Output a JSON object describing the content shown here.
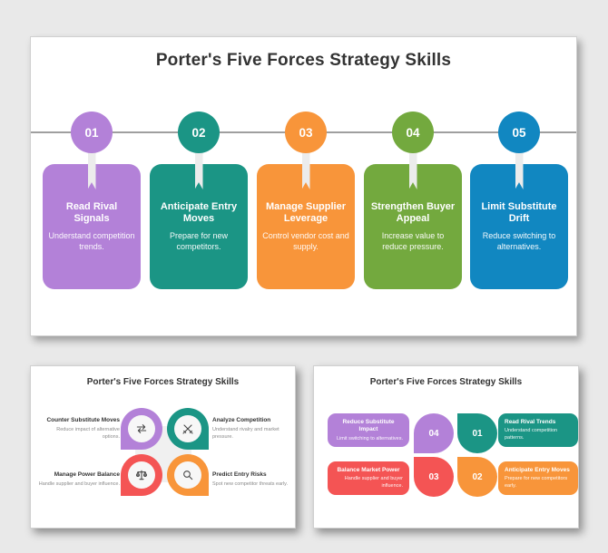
{
  "brand_colors": {
    "purple": "#b381d8",
    "teal": "#1b9585",
    "orange": "#f8953a",
    "green": "#73a93e",
    "blue": "#1187c1",
    "red": "#f45454",
    "page_background": "#e9e9e9",
    "timeline_line": "#9f9f9f"
  },
  "main_slide": {
    "title": "Porter's Five Forces Strategy Skills",
    "steps": [
      {
        "number": "01",
        "title": "Read Rival Signals",
        "description": "Understand competition trends.",
        "color": "#b381d8"
      },
      {
        "number": "02",
        "title": "Anticipate Entry Moves",
        "description": "Prepare for new competitors.",
        "color": "#1b9585"
      },
      {
        "number": "03",
        "title": "Manage Supplier Leverage",
        "description": "Control vendor cost and supply.",
        "color": "#f8953a"
      },
      {
        "number": "04",
        "title": "Strengthen Buyer Appeal",
        "description": "Increase value to reduce pressure.",
        "color": "#73a93e"
      },
      {
        "number": "05",
        "title": "Limit Substitute Drift",
        "description": "Reduce switching to alternatives.",
        "color": "#1187c1"
      }
    ]
  },
  "thumb_left": {
    "title": "Porter's Five Forces Strategy Skills",
    "items": [
      {
        "title": "Counter Substitute Moves",
        "description": "Reduce impact of alternative options.",
        "icon": "swap-arrows-icon",
        "color": "#b381d8"
      },
      {
        "title": "Analyze Competition",
        "description": "Understand rivalry and market pressure.",
        "icon": "crossed-swords-icon",
        "color": "#1b9585"
      },
      {
        "title": "Manage Power Balance",
        "description": "Handle supplier and buyer influence.",
        "icon": "balance-scale-icon",
        "color": "#f45454"
      },
      {
        "title": "Predict Entry Risks",
        "description": "Spot new competitor threats early.",
        "icon": "magnifier-icon",
        "color": "#f8953a"
      }
    ]
  },
  "thumb_right": {
    "title": "Porter's Five Forces Strategy Skills",
    "petals": [
      {
        "number": "04",
        "color": "#b381d8"
      },
      {
        "number": "01",
        "color": "#1b9585"
      },
      {
        "number": "03",
        "color": "#f45454"
      },
      {
        "number": "02",
        "color": "#f8953a"
      }
    ],
    "boxes": [
      {
        "title": "Reduce Substitute Impact",
        "description": "Limit switching to alternatives.",
        "color": "#b381d8"
      },
      {
        "title": "Read Rival Trends",
        "description": "Understand competition patterns.",
        "color": "#1b9585"
      },
      {
        "title": "Balance Market Power",
        "description": "Handle supplier and buyer influence.",
        "color": "#f45454"
      },
      {
        "title": "Anticipate Entry Moves",
        "description": "Prepare for new competitors early.",
        "color": "#f8953a"
      }
    ]
  }
}
